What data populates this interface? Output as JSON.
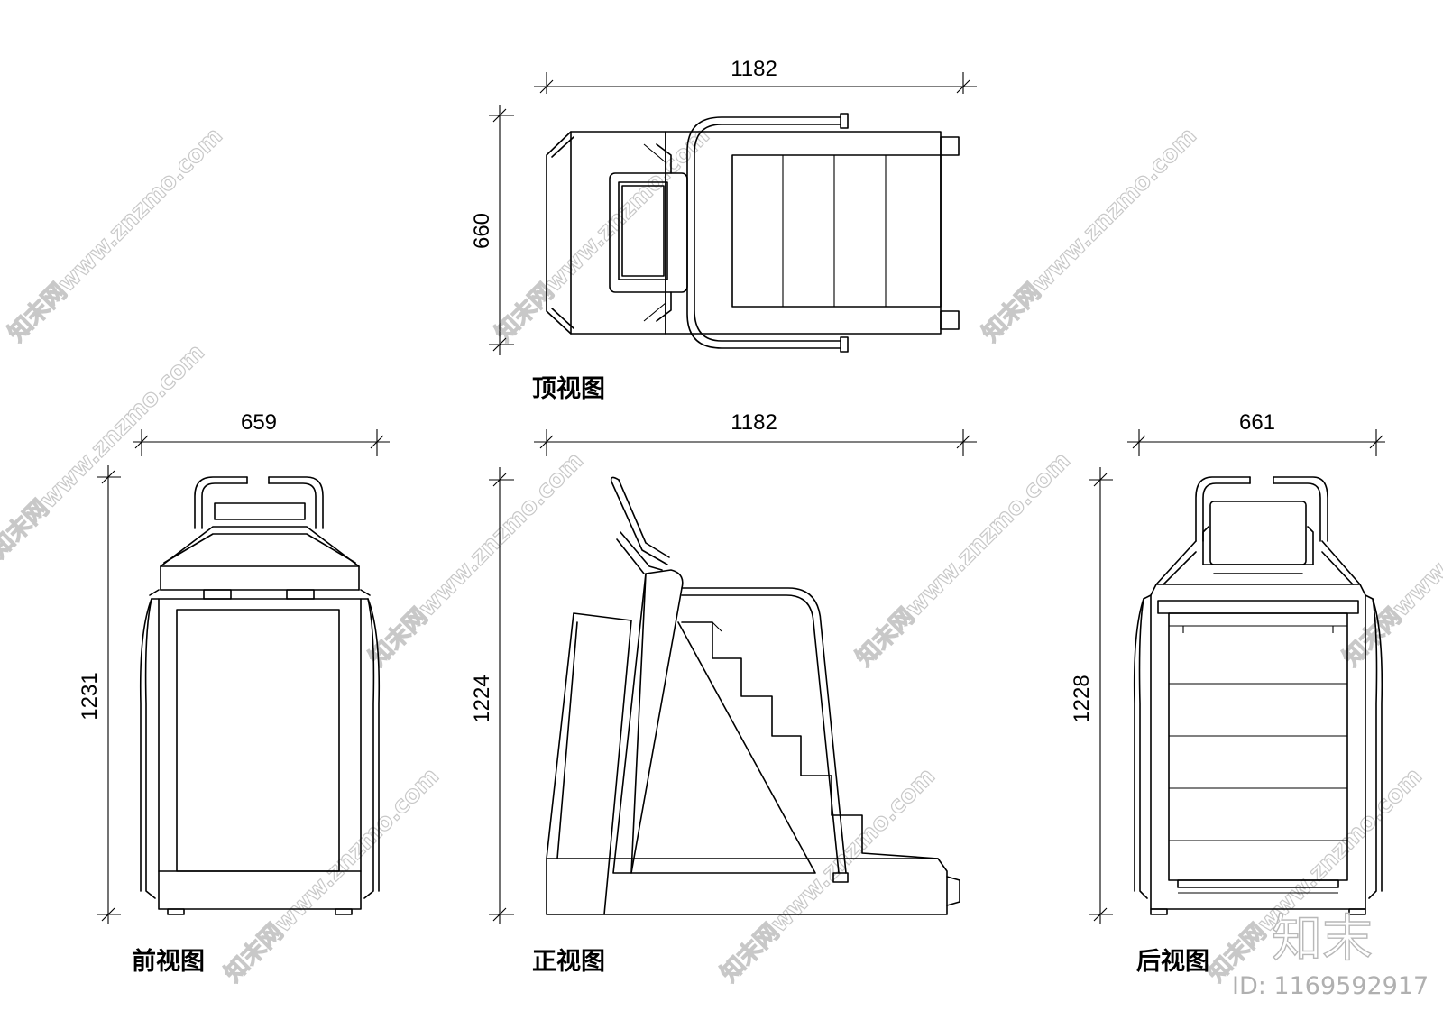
{
  "views": {
    "top": {
      "caption": "顶视图",
      "width_dim": "1182",
      "depth_dim": "660"
    },
    "front": {
      "caption": "前视图",
      "width_dim": "659",
      "height_dim": "1231"
    },
    "side": {
      "caption": "正视图",
      "width_dim": "1182",
      "height_dim": "1224"
    },
    "rear": {
      "caption": "后视图",
      "width_dim": "661",
      "height_dim": "1228"
    }
  },
  "watermark": {
    "text": "知末网www.znzmo.com",
    "logo": "知末",
    "id_label": "ID: 1169592917"
  }
}
